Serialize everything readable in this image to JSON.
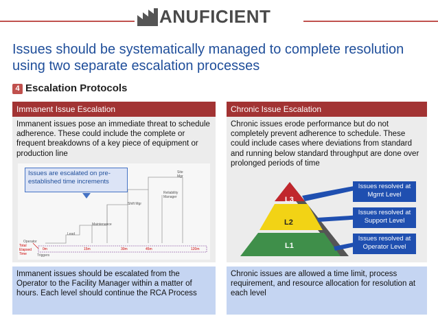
{
  "header": {
    "logo_text": "ANUFICIENT"
  },
  "slide": {
    "title": "Issues should be systematically managed to complete resolution using two separate escalation processes",
    "badge": "4",
    "subtitle": "Escalation Protocols"
  },
  "left_panel": {
    "heading": "Immanent Issue Escalation",
    "body": "Immanent issues pose an immediate threat to schedule adherence. These could include the complete  or frequent breakdowns of a key piece of equipment or production line",
    "callout": "Issues are escalated on pre-established time increments",
    "footer": "Immanent issues should be escalated from the Operator to the Facility Manager within a matter of hours. Each level should continue the RCA Process",
    "diagram": {
      "site_mgr": "Site Mgr",
      "shift_mgr": "Shift Mgr",
      "reliability_manager": "Reliability Manager",
      "maintenance": "Maintenance",
      "lead": "Lead",
      "operator": "Operator",
      "triggers": "Triggers",
      "total_elapsed": "Total Elapsed Time",
      "t1": "0m",
      "t2": "15m",
      "t3": "30m",
      "t4": "45m",
      "t5": "120m"
    }
  },
  "right_panel": {
    "heading": "Chronic Issue Escalation",
    "body": "Chronic issues erode performance but do not completely prevent adherence to schedule. These could include cases where deviations from standard and running below standard throughput are done over prolonged periods of time",
    "footer": "Chronic issues are allowed a time limit, process requirement, and resource allocation for resolution at each level",
    "pyramid": {
      "l3": "L3",
      "l2": "L2",
      "l1": "L1",
      "l3_color": "#c0272d",
      "l2_color": "#f2d315",
      "l1_color": "#3f8f4a",
      "r3": "Issues resolved at Mgmt Level",
      "r2": "Issues resolved at Support Level",
      "r1": "Issues resolved at Operator Level"
    }
  }
}
